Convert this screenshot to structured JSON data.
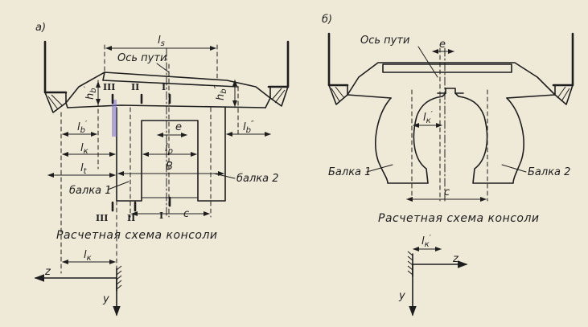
{
  "left_diagram": {
    "tag": "а)",
    "axis_label": "Ось пути",
    "dims": {
      "ls": "l",
      "ls_sub": "s",
      "hb1": "h",
      "hb1_sub": "b",
      "hb1_sup": "′",
      "hb2": "h",
      "hb2_sub": "b",
      "hb2_sup": "″",
      "lb1": "l",
      "lb1_sub": "b",
      "lb1_sup": "′",
      "lb2": "l",
      "lb2_sub": "b",
      "lb2_sup": "″",
      "lk": "l",
      "lk_sub": "к",
      "lt": "l",
      "lt_sub": "t",
      "lp": "l",
      "lp_sub": "р",
      "e": "e",
      "B": "B",
      "c": "c"
    },
    "sections": {
      "s1": "I",
      "s2": "II",
      "s3": "III"
    },
    "beam1": "балка 1",
    "beam2": "балка 2",
    "caption": "Расчетная схема консоли",
    "scheme": {
      "lk": "l",
      "lk_sub": "к",
      "z": "z",
      "y": "y"
    }
  },
  "right_diagram": {
    "tag": "б)",
    "axis_label": "Ось пути",
    "dims": {
      "e": "e",
      "lk": "l",
      "lk_sub": "к",
      "lk_sup": "′",
      "c": "c"
    },
    "beam1": "Балка 1",
    "beam2": "Балка 2",
    "caption": "Расчетная схема консоли",
    "scheme": {
      "lk": "l",
      "lk_sub": "к",
      "lk_sup": "′",
      "z": "z",
      "y": "y"
    }
  }
}
